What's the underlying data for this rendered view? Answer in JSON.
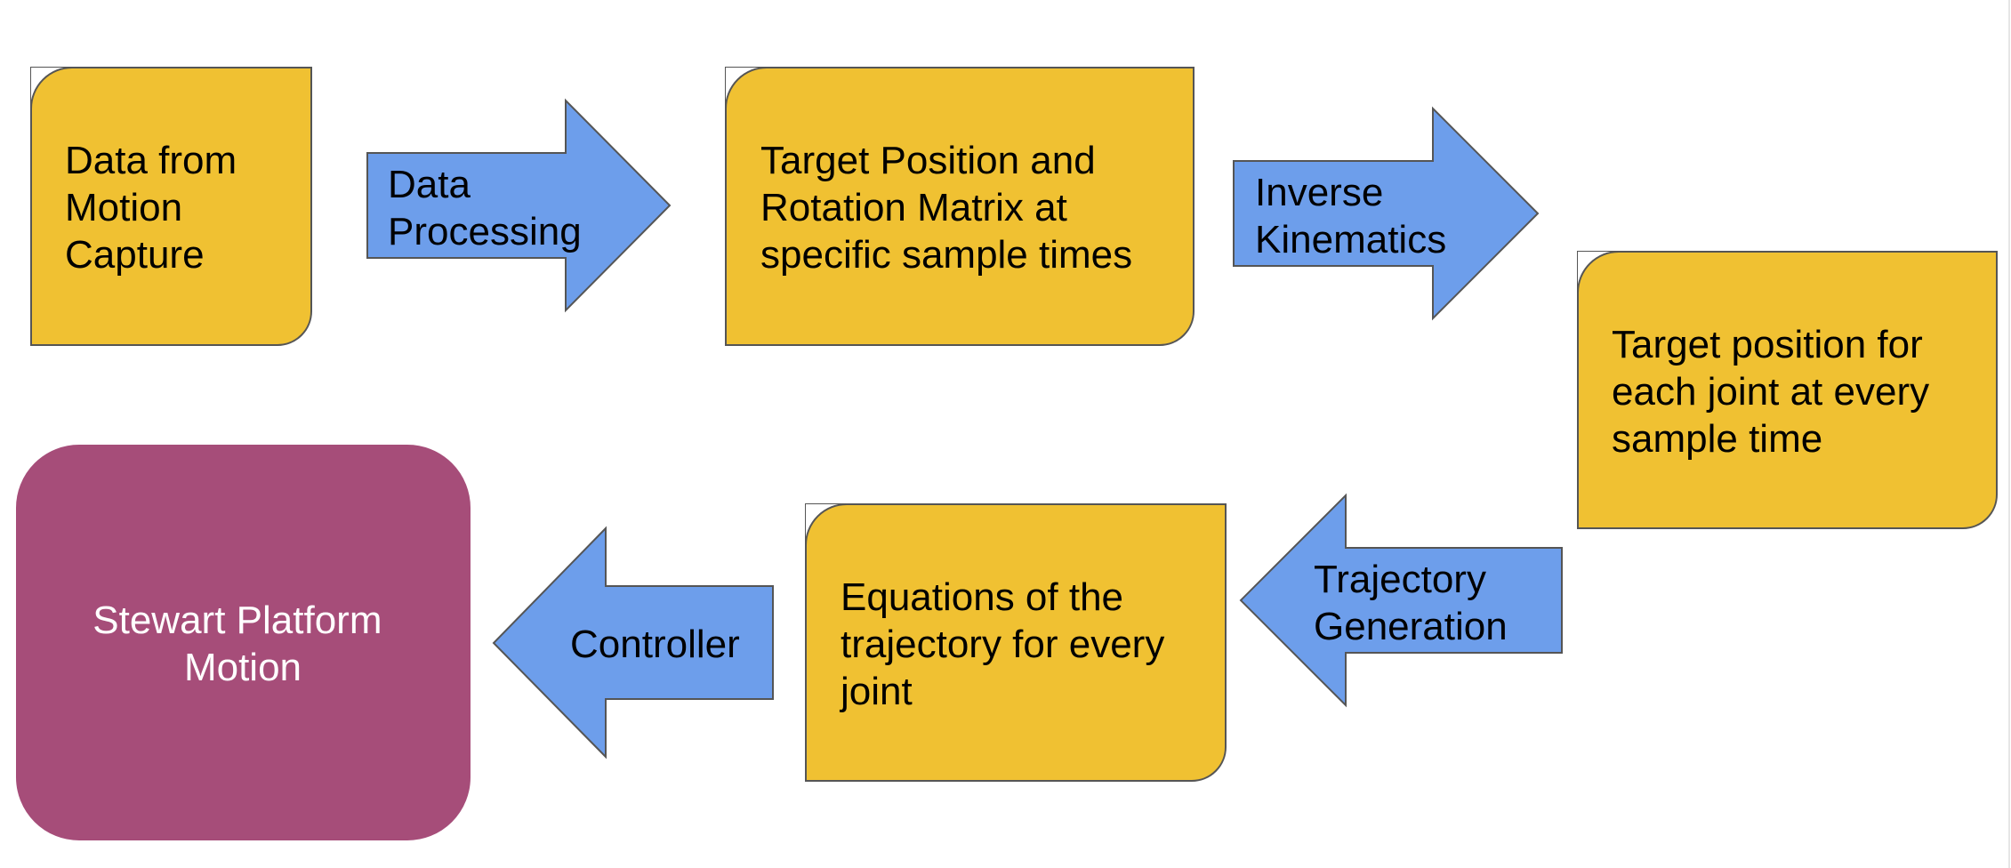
{
  "colors": {
    "box_fill": "#f0c132",
    "arrow_fill": "#6d9eeb",
    "final_fill": "#a64d79",
    "stroke": "#555555",
    "text_dark": "#000000",
    "text_light": "#ffffff"
  },
  "boxes": {
    "mocap": {
      "lines": [
        "Data from",
        "Motion",
        "Capture"
      ]
    },
    "target_position": {
      "lines": [
        "Target Position and",
        "Rotation Matrix at",
        "specific sample times"
      ]
    },
    "joint_targets": {
      "lines": [
        "Target position for",
        "each joint at every",
        "sample time"
      ]
    },
    "trajectory_equations": {
      "lines": [
        "Equations of the",
        "trajectory for every",
        "joint"
      ]
    },
    "stewart": {
      "lines": [
        "Stewart Platform",
        "Motion"
      ]
    }
  },
  "arrows": {
    "data_processing": {
      "lines": [
        "Data",
        "Processing"
      ]
    },
    "inverse_kinematics": {
      "lines": [
        "Inverse",
        "Kinematics"
      ]
    },
    "trajectory_generation": {
      "lines": [
        "Trajectory",
        "Generation"
      ]
    },
    "controller": {
      "lines": [
        "Controller"
      ]
    }
  }
}
